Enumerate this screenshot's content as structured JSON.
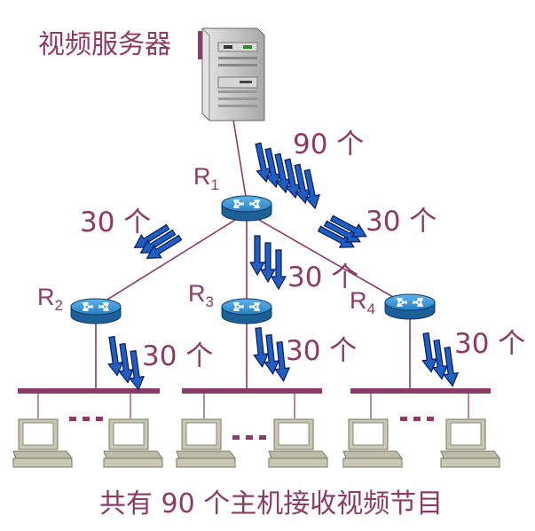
{
  "labels": {
    "server": "视频服务器",
    "footer": "共有 90 个主机接收视频节目",
    "count_top": "90 个",
    "count_left": "30 个",
    "count_right": "30 个",
    "count_center": "30 个",
    "count_r2_bus": "30 个",
    "count_r3_bus": "30 个",
    "count_r4_bus": "30 个"
  },
  "routers": [
    {
      "name": "R",
      "sub": "1"
    },
    {
      "name": "R",
      "sub": "2"
    },
    {
      "name": "R",
      "sub": "3"
    },
    {
      "name": "R",
      "sub": "4"
    }
  ],
  "colors": {
    "link": "#8a3b66",
    "label": "#8a3b66",
    "arrow": "#1f5fc4",
    "arrow_outline": "#0a1a5a",
    "router": "#2e86c9",
    "host": "#c9c8b4",
    "server": "#c8c8c8"
  },
  "icons": [
    "server-icon",
    "router-icon",
    "host-icon",
    "flow-arrow-icon"
  ]
}
